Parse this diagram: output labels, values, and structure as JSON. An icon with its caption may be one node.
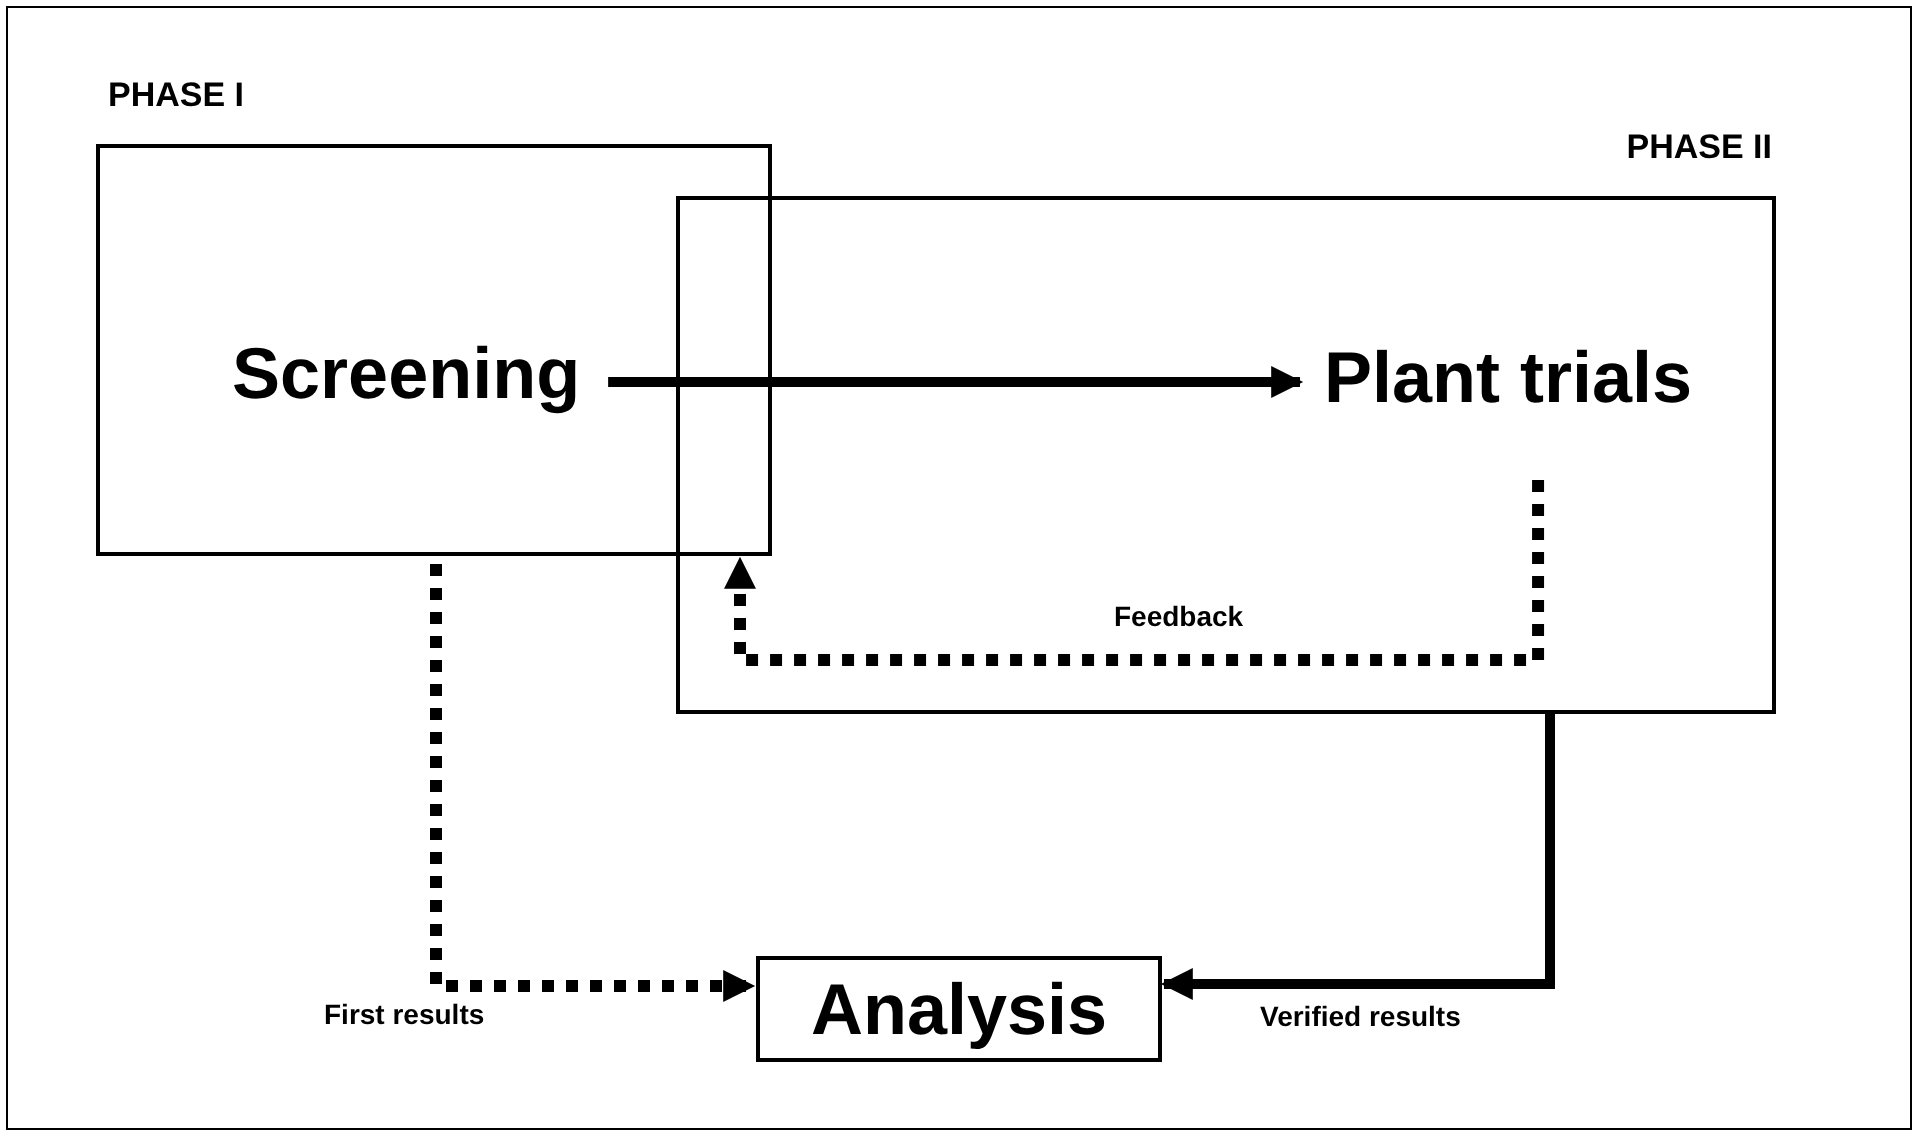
{
  "diagram": {
    "nodes": [
      {
        "text": [
          "PHASE I"
        ]
      },
      {
        "text": [
          "Screening"
        ],
        "in": 0
      },
      {
        "text": [
          "PHASE II"
        ]
      },
      {
        "text": [
          "Plant trials"
        ],
        "in": 2
      },
      {
        "text": [
          "Analysis"
        ]
      }
    ],
    "edges": [
      {
        "from": 1,
        "to": 3,
        "arrow": "to"
      },
      {
        "from": 3,
        "to": 0,
        "arrow": "to",
        "style": "dashed",
        "label": "Feedback"
      },
      {
        "from": 0,
        "to": 4,
        "arrow": "to",
        "style": "dashed",
        "label": "First results"
      },
      {
        "from": 2,
        "to": 4,
        "arrow": "to",
        "label": "Verified results"
      }
    ]
  }
}
